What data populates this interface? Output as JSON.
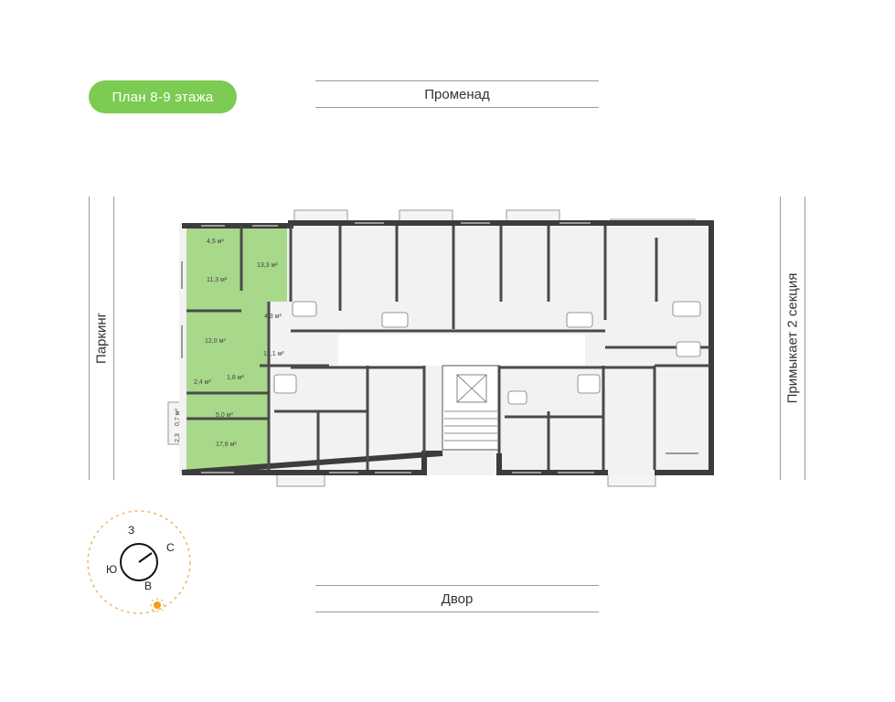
{
  "badge": {
    "label": "План 8-9 этажа",
    "color": "#7ccb52"
  },
  "streets": {
    "top": "Променад",
    "bottom": "Двор",
    "left": "Паркинг",
    "right": "Примыкает 2 секция"
  },
  "apartment": {
    "highlight_color": "#a8d88a",
    "rooms": [
      {
        "area": "4,5 м²"
      },
      {
        "area": "13,3 м²"
      },
      {
        "area": "11,3 м²"
      },
      {
        "area": "4,3 м²"
      },
      {
        "area": "12,0 м²"
      },
      {
        "area": "13,1 м²"
      },
      {
        "area": "2,4 м²"
      },
      {
        "area": "1,8 м²"
      },
      {
        "area": "5,0 м²"
      },
      {
        "area": "2,3"
      },
      {
        "area": "0,7 м²"
      },
      {
        "area": "17,8 м²"
      }
    ]
  },
  "compass": {
    "north": "С",
    "south": "Ю",
    "west": "З",
    "east": "В",
    "sun_color": "#f0a020"
  }
}
